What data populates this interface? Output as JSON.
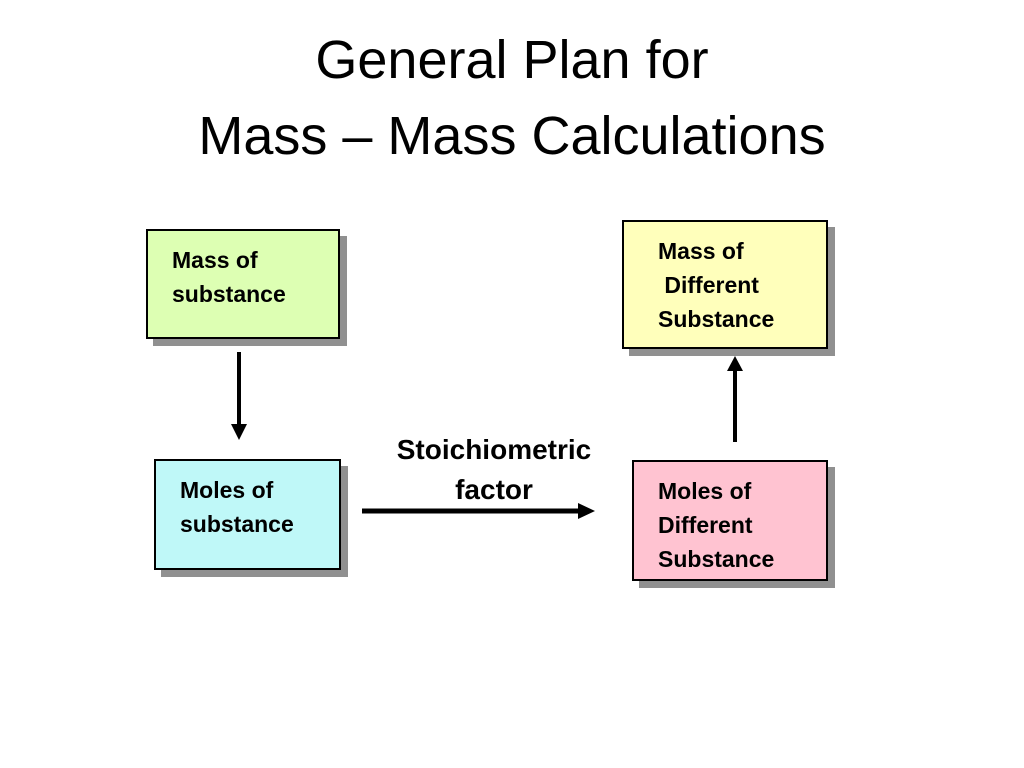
{
  "title": {
    "line1": "General Plan for",
    "line2": "Mass – Mass Calculations"
  },
  "boxes": {
    "mass_of_substance": {
      "lines": [
        "Mass of",
        "substance"
      ],
      "color": "#ddffb3"
    },
    "moles_of_substance": {
      "lines": [
        "Moles of",
        "substance"
      ],
      "color": "#bff8f8"
    },
    "mass_of_different_substance": {
      "lines": [
        "Mass of",
        " Different",
        "Substance"
      ],
      "color": "#ffffbb"
    },
    "moles_of_different_substance": {
      "lines": [
        "Moles of",
        "Different",
        "Substance"
      ],
      "color": "#ffc3d1"
    }
  },
  "conversion": {
    "lines": [
      "Stoichiometric",
      "factor"
    ]
  }
}
